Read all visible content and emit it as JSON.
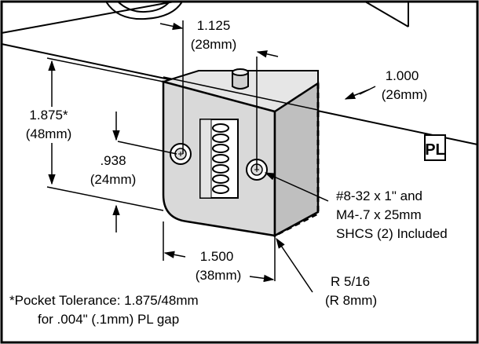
{
  "dimensions": {
    "top_width": {
      "inch": "1.125",
      "mm": "(28mm)"
    },
    "depth": {
      "inch": "1.000",
      "mm": "(26mm)"
    },
    "height": {
      "inch": "1.875*",
      "mm": "(48mm)"
    },
    "screw_offset": {
      "inch": ".938",
      "mm": "(24mm)"
    },
    "bottom_width": {
      "inch": "1.500",
      "mm": "(38mm)"
    },
    "radius": {
      "inch": "R 5/16",
      "mm": "(R 8mm)"
    }
  },
  "screws_note": {
    "line1": "#8-32 x 1\" and",
    "line2": "M4-.7 x 25mm",
    "line3": "SHCS (2) Included"
  },
  "footnote": {
    "line1": "*Pocket Tolerance: 1.875/48mm",
    "line2": "for .004\" (.1mm) PL gap"
  },
  "parting_line_symbol": "PL"
}
